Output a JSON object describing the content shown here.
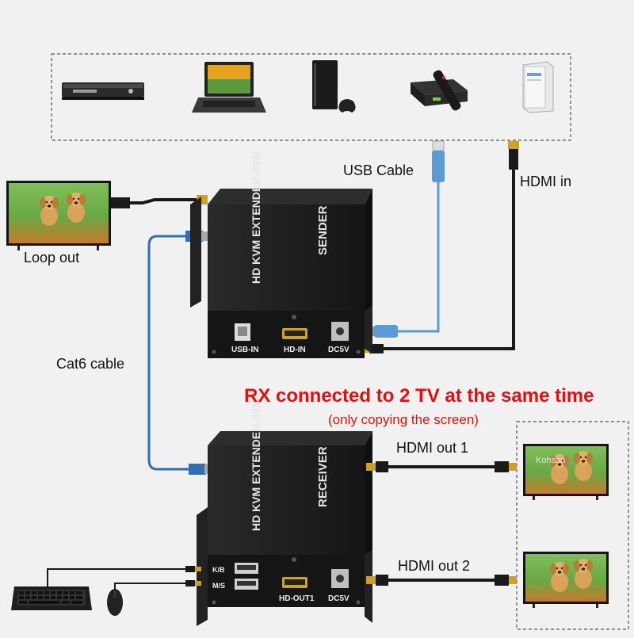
{
  "labels": {
    "usb_cable": "USB Cable",
    "hdmi_in": "HDMI in",
    "loop_out": "Loop out",
    "cat6_cable": "Cat6 cable",
    "hdmi_out_1": "HDMI out 1",
    "hdmi_out_2": "HDMI out 2"
  },
  "headline": "RX connected to 2 TV at the same time",
  "subline": "(only copying the screen)",
  "sender": {
    "brand_text": "HD KVM EXTENDER-60M",
    "role_text": "SENDER",
    "ports": [
      "USB-IN",
      "HD-IN",
      "DC5V"
    ]
  },
  "receiver": {
    "brand_text": "HD KVM EXTENDER-60M",
    "role_text": "RECEIVER",
    "ports": [
      "K/B",
      "M/S",
      "HD-OUT1",
      "DC5V"
    ]
  },
  "tv_watermark": "Kohsen",
  "source_devices": [
    "dvd-player-icon",
    "laptop-icon",
    "game-console-icon",
    "set-top-box-icon",
    "desktop-pc-icon"
  ],
  "colors": {
    "headline": "#e01010",
    "usb_cable": "#5b9bd5",
    "cat6_cable": "#2f6fb3",
    "device_body": "#1d1d1d"
  }
}
